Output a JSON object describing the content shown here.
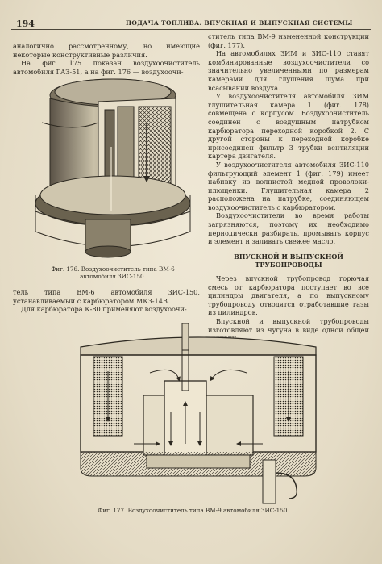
{
  "header": {
    "page_number": "194",
    "running_title": "ПОДАЧА ТОПЛИВА. ВПУСКНАЯ И ВЫПУСКНАЯ СИСТЕМЫ"
  },
  "left_top": [
    "аналогично рассмотренному, но имеющие некоторые конструктивные различия.",
    "На фиг. 175 показан воздухоочиститель автомобиля ГАЗ-51, а на фиг. 176 — воздухоочи-"
  ],
  "figure176_caption": "Фиг. 176. Воздухоочиститель типа ВМ-6 автомобиля ЗИС-150.",
  "left_bottom": [
    "тель типа ВМ-6 автомобиля ЗИС-150, устанавливаемый с карбюратором МКЗ-14В.",
    "Для карбюратора К-80 применяют воздухоочи-"
  ],
  "right_top": [
    "ститель типа ВМ-9 измененной конструкции (фиг. 177).",
    "На автомобилях ЗИМ и ЗИС-110 ставят комбинированные воздухоочистители со значительно увеличенными по размерам камерами для глушения шума при всасывании воздуха.",
    "У воздухоочистителя автомобиля ЗИМ глушительная камера 1 (фиг. 178) совмещена с корпусом. Воздухоочиститель соединен с воздушным патрубком карбюратора переходной коробкой 2. С другой стороны к переходной коробке присоединен фильтр 3 трубки вентиляции картера двигателя.",
    "У воздухоочистителя автомобиля ЗИС-110 фильтрующий элемент 1 (фиг. 179) имеет набивку из волнистой медной проволоки-плющенки. Глушительная камера 2 расположена на патрубке, соединяющем воздухоочиститель с карбюратором.",
    "Воздухоочистители во время работы загрязняются, поэтому их необходимо периодически разбирать, промывать корпус и элемент и заливать свежее масло."
  ],
  "section_title": "ВПУСКНОЙ И ВЫПУСКНОЙ ТРУБОПРОВОДЫ",
  "right_bottom": [
    "Через впускной трубопровод горючая смесь от карбюратора поступает во все цилиндры двигателя, а по выпускному трубопроводу отводятся отработавшие газы из цилиндров.",
    "Впускной и выпускной трубопроводы изготовляют из чугуна в виде одной общей отливки"
  ],
  "figure177_caption": "Фиг. 177. Воздухоочиститель типа ВМ-9 автомобиля ЗИС-150.",
  "colors": {
    "paper": "#e9e2cf",
    "ink": "#2e2a22"
  }
}
